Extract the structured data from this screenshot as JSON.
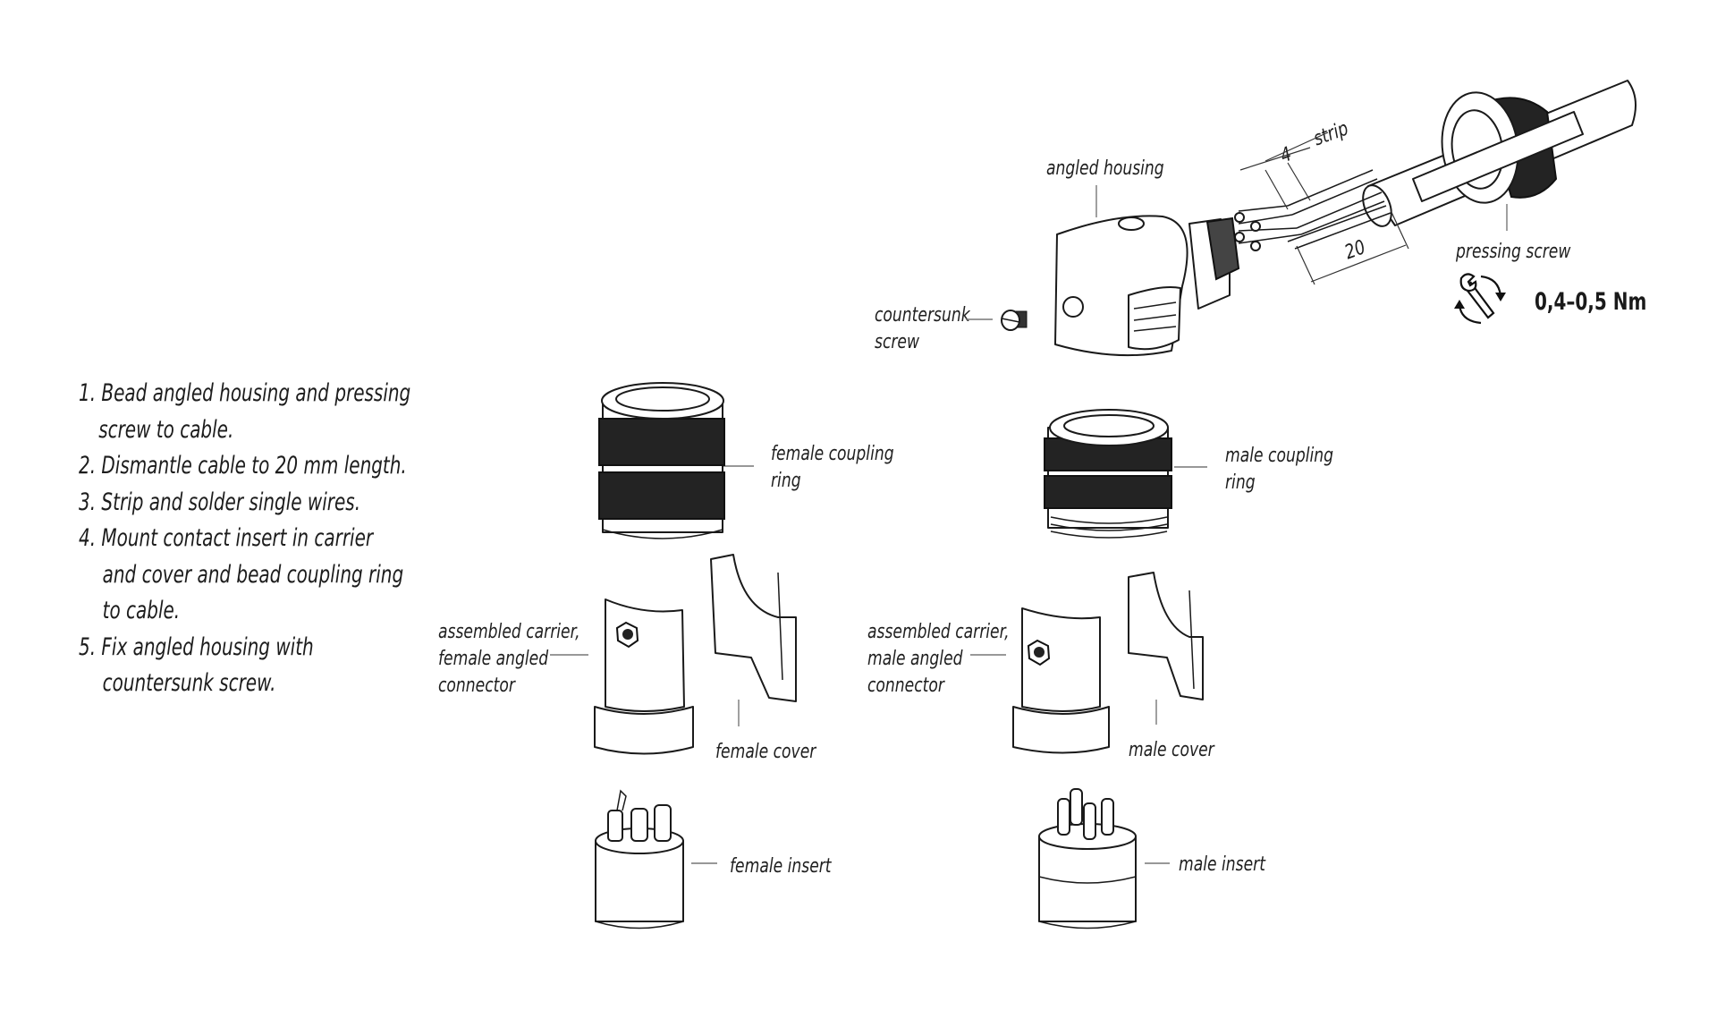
{
  "instructions": {
    "steps": [
      {
        "number": "1.",
        "lines": [
          "Bead angled housing and pressing",
          "screw to cable."
        ]
      },
      {
        "number": "2.",
        "lines": [
          "Dismantle cable to 20 mm length."
        ]
      },
      {
        "number": "3.",
        "lines": [
          "Strip and solder single wires."
        ]
      },
      {
        "number": "4.",
        "lines": [
          "Mount contact insert in carrier",
          "and cover and bead coupling ring",
          "to cable."
        ]
      },
      {
        "number": "5.",
        "lines": [
          "Fix angled housing with",
          "countersunk screw."
        ]
      }
    ]
  },
  "labels": {
    "angled_housing": "angled housing",
    "strip": "strip",
    "strip_length": "4",
    "dismantle_length": "20",
    "pressing_screw": "pressing screw",
    "torque": "0,4–0,5 Nm",
    "countersunk_screw": [
      "countersunk",
      "screw"
    ],
    "female_coupling_ring": [
      "female coupling",
      "ring"
    ],
    "male_coupling_ring": [
      "male coupling",
      "ring"
    ],
    "assembled_carrier_female": [
      "assembled carrier,",
      "female angled",
      "connector"
    ],
    "assembled_carrier_male": [
      "assembled carrier,",
      "male angled",
      "connector"
    ],
    "female_cover": "female cover",
    "male_cover": "male cover",
    "female_insert": "female insert",
    "male_insert": "male insert"
  },
  "icons": {
    "torque": "wrench-with-rotation-arrows-icon"
  }
}
